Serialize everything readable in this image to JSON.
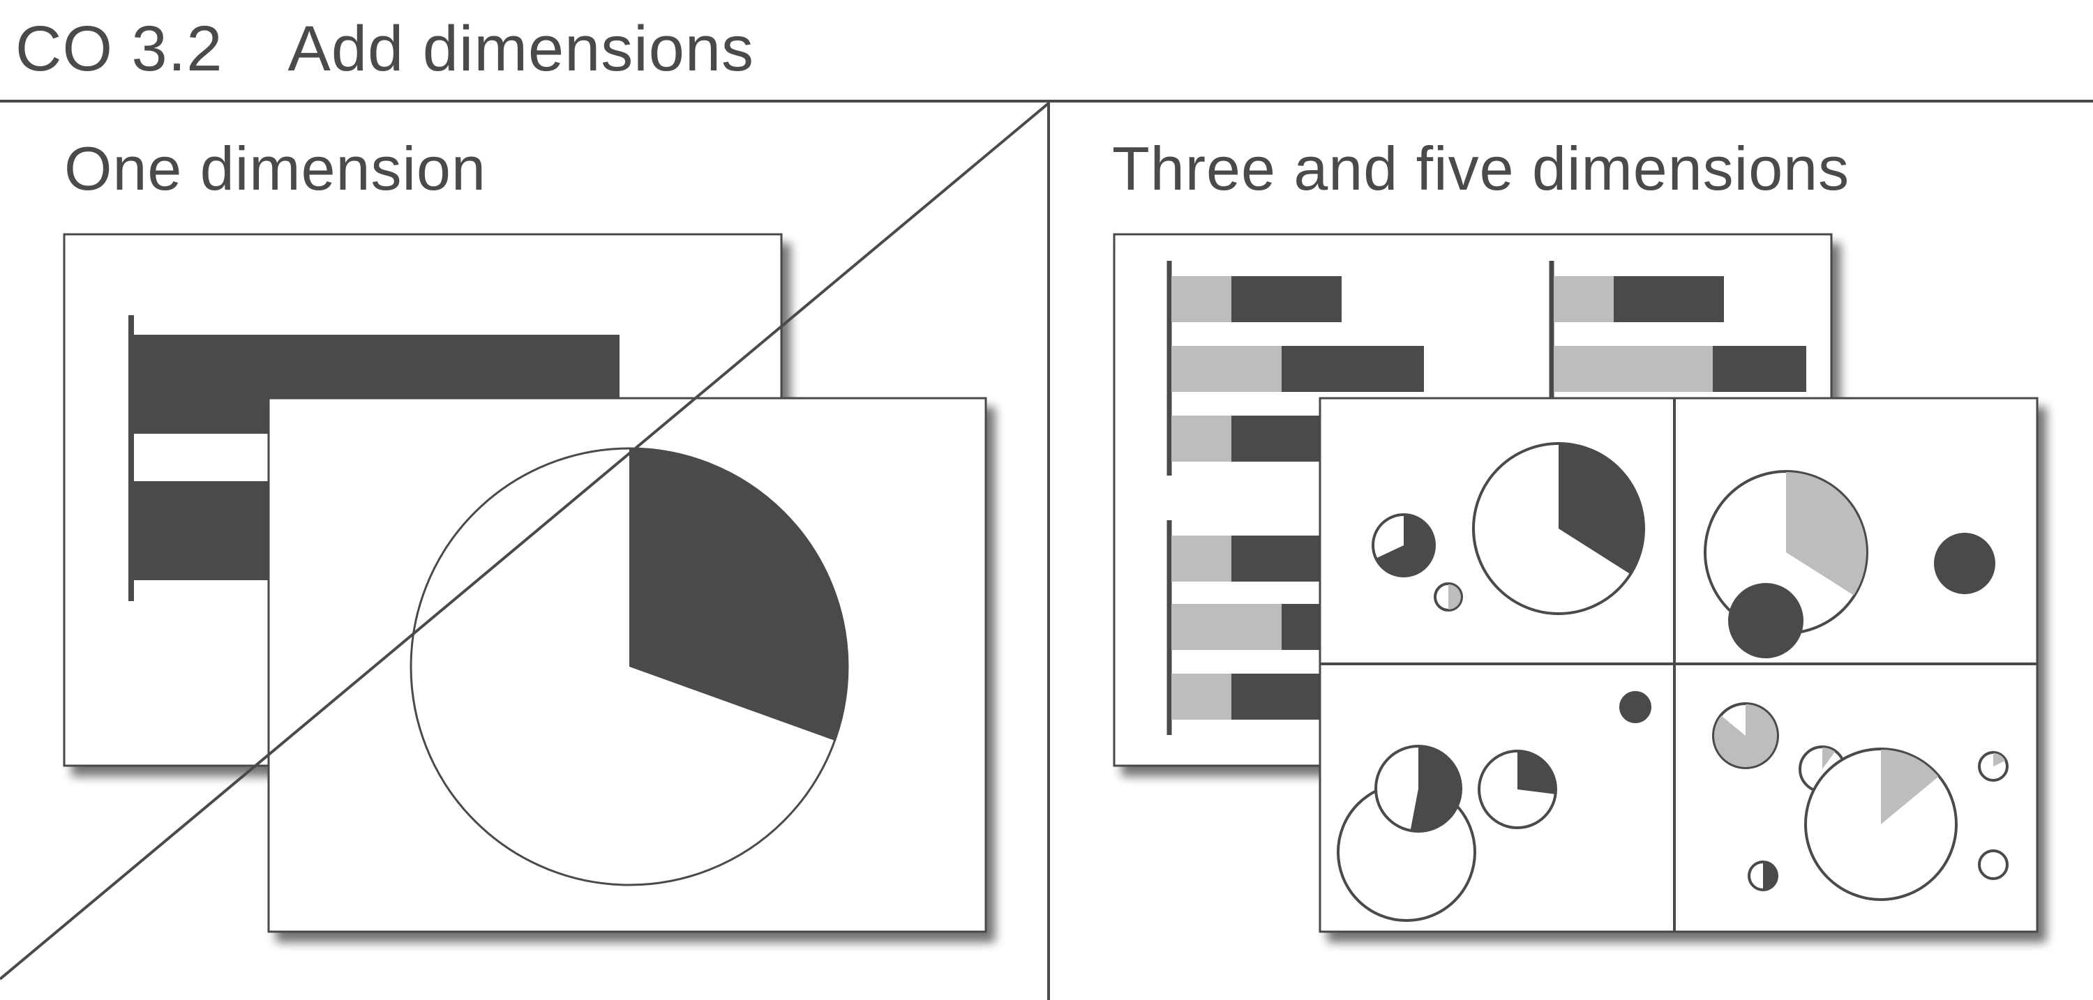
{
  "header": {
    "title": "CO 3.2 Add dimensions"
  },
  "panels": {
    "left": {
      "heading": "One dimension"
    },
    "right": {
      "heading": "Three and five dimensions"
    }
  },
  "colors": {
    "dark": "#4a4a4a",
    "light": "#bdbdbd",
    "line": "#4a4a4a",
    "background": "#ffffff"
  },
  "illustration": {
    "pie_dark_fraction": 0.305,
    "strike_line": "diagonal"
  }
}
